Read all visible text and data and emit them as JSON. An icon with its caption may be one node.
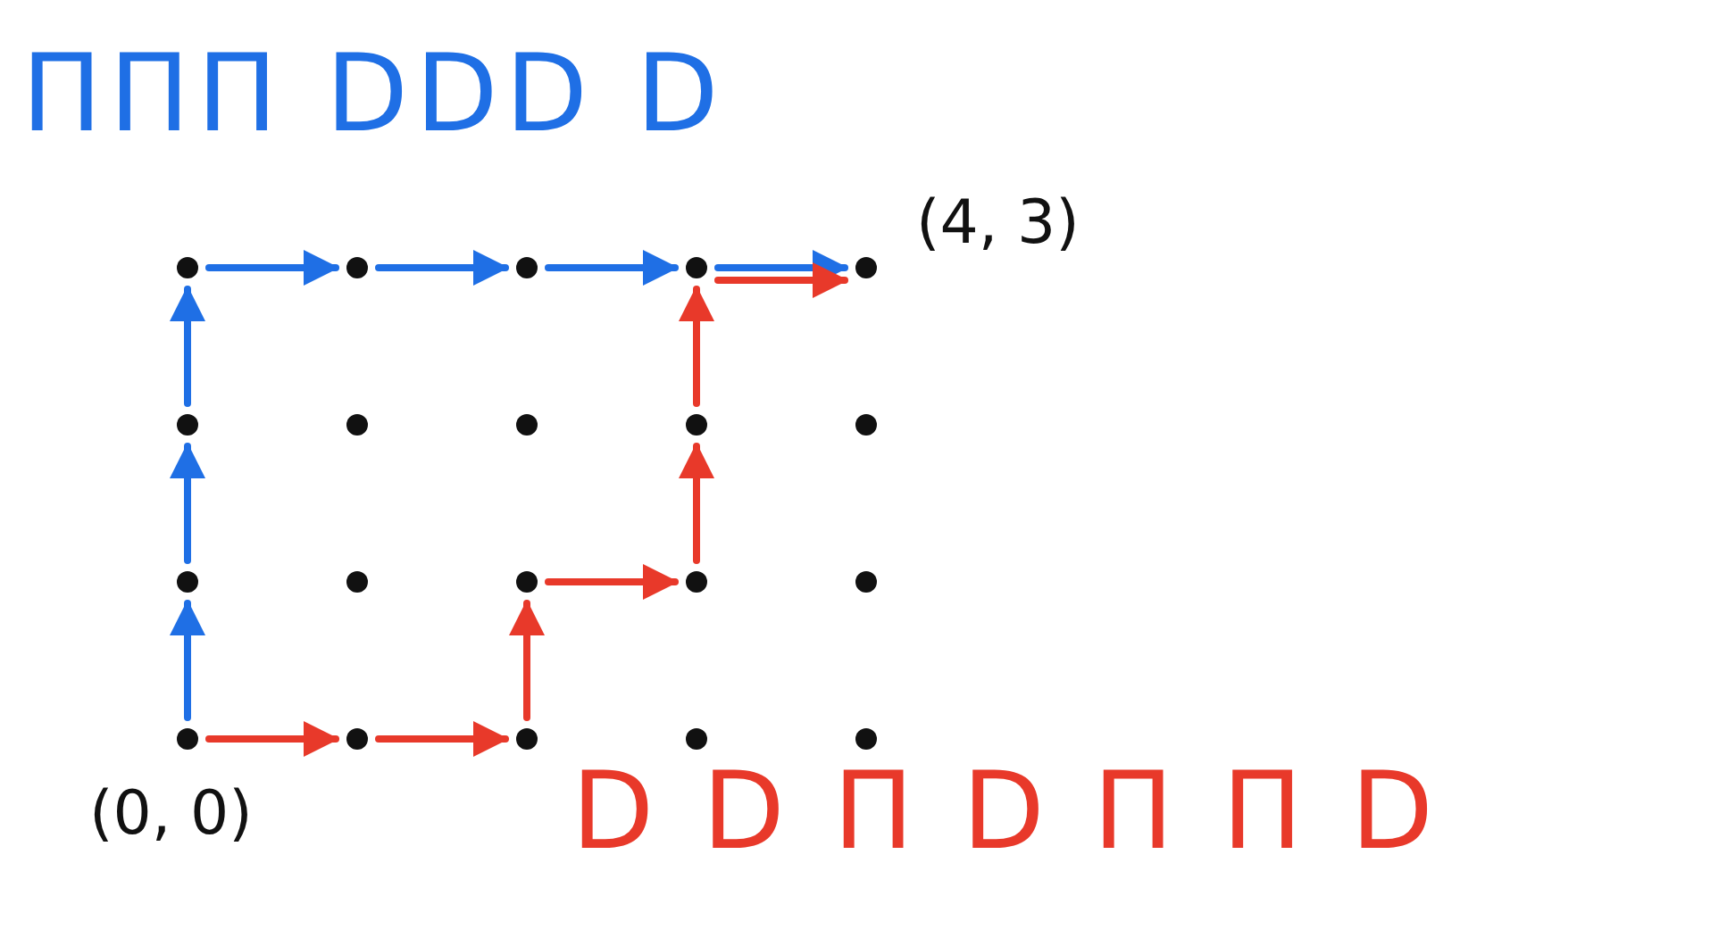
{
  "diagram": {
    "nodes": [
      {
        "text": [],
        "shape": "circle"
      },
      {
        "text": [],
        "shape": "circle"
      },
      {
        "text": [],
        "shape": "circle"
      },
      {
        "text": [],
        "shape": "circle"
      },
      {
        "text": [],
        "shape": "circle",
        "beside": [
          "(4, 3)"
        ]
      },
      {
        "text": [],
        "shape": "circle"
      },
      {
        "text": [],
        "shape": "circle"
      },
      {
        "text": [],
        "shape": "circle"
      },
      {
        "text": [],
        "shape": "circle"
      },
      {
        "text": [],
        "shape": "circle"
      },
      {
        "text": [],
        "shape": "circle"
      },
      {
        "text": [],
        "shape": "circle"
      },
      {
        "text": [],
        "shape": "circle"
      },
      {
        "text": [],
        "shape": "circle"
      },
      {
        "text": [],
        "shape": "circle"
      },
      {
        "text": [],
        "shape": "circle",
        "beside": [
          "(0, 0)"
        ]
      },
      {
        "text": [],
        "shape": "circle"
      },
      {
        "text": [],
        "shape": "circle"
      },
      {
        "text": [],
        "shape": "circle"
      },
      {
        "text": [],
        "shape": "circle"
      }
    ],
    "edges": [
      {
        "from": 15,
        "to": 10,
        "arrow": "to",
        "color": "#1f6fe5"
      },
      {
        "from": 10,
        "to": 5,
        "arrow": "to",
        "color": "#1f6fe5"
      },
      {
        "from": 5,
        "to": 0,
        "arrow": "to",
        "color": "#1f6fe5"
      },
      {
        "from": 0,
        "to": 1,
        "arrow": "to",
        "color": "#1f6fe5"
      },
      {
        "from": 1,
        "to": 2,
        "arrow": "to",
        "color": "#1f6fe5"
      },
      {
        "from": 2,
        "to": 3,
        "arrow": "to",
        "color": "#1f6fe5"
      },
      {
        "from": 3,
        "to": 4,
        "arrow": "to",
        "color": "#1f6fe5"
      },
      {
        "from": 15,
        "to": 16,
        "arrow": "to",
        "color": "#e8392a"
      },
      {
        "from": 16,
        "to": 17,
        "arrow": "to",
        "color": "#e8392a"
      },
      {
        "from": 17,
        "to": 12,
        "arrow": "to",
        "color": "#e8392a"
      },
      {
        "from": 12,
        "to": 13,
        "arrow": "to",
        "color": "#e8392a"
      },
      {
        "from": 13,
        "to": 8,
        "arrow": "to",
        "color": "#e8392a"
      },
      {
        "from": 8,
        "to": 3,
        "arrow": "to",
        "color": "#e8392a"
      },
      {
        "from": 3,
        "to": 4,
        "arrow": "to",
        "color": "#e8392a"
      }
    ],
    "labels": [
      "ΠΠΠ DDD D",
      "D D Π D Π Π D"
    ]
  }
}
